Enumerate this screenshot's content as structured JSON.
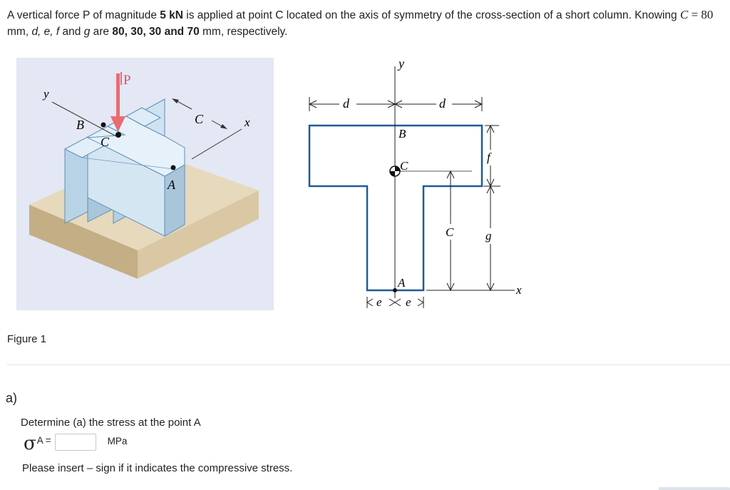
{
  "problem": {
    "part1": "A vertical force P of magnitude ",
    "force": "5 kN",
    "part2": " is applied at point C located on the axis of symmetry of the cross-section of a short column. Knowing ",
    "c_symbol": "C",
    "equals": " = 80",
    "part3": "mm, ",
    "vars": "d, e, f",
    "and_word": " and ",
    "g_var": "g",
    "are_word": " are ",
    "values": "80, 30, 30 and 70",
    "part4": " mm, respectively."
  },
  "figure": {
    "caption": "Figure 1",
    "iso_labels": {
      "y": "y",
      "p": "P",
      "b": "B",
      "c_point": "C",
      "c_dim": "C",
      "x": "x",
      "a": "A"
    },
    "section_labels": {
      "y": "y",
      "d_left": "d",
      "d_right": "d",
      "b": "B",
      "c_point": "C",
      "f": "f",
      "c_dim": "C",
      "g": "g",
      "a": "A",
      "x": "x",
      "e_left": "e",
      "e_right": "e"
    }
  },
  "part_label": "a)",
  "question": "Determine (a) the stress at the point A",
  "answer": {
    "sigma": "σ",
    "label": "A =",
    "value": "",
    "placeholder": "",
    "unit": "MPa"
  },
  "note": "Please insert  – sign if it indicates the compressive stress.",
  "colors": {
    "force_arrow": "#ea6b73",
    "section_outline": "#1f5a9a",
    "figure_bg": "#e4e7f4",
    "block_face": "#c5dcec",
    "base_top": "#e4d7bb"
  }
}
